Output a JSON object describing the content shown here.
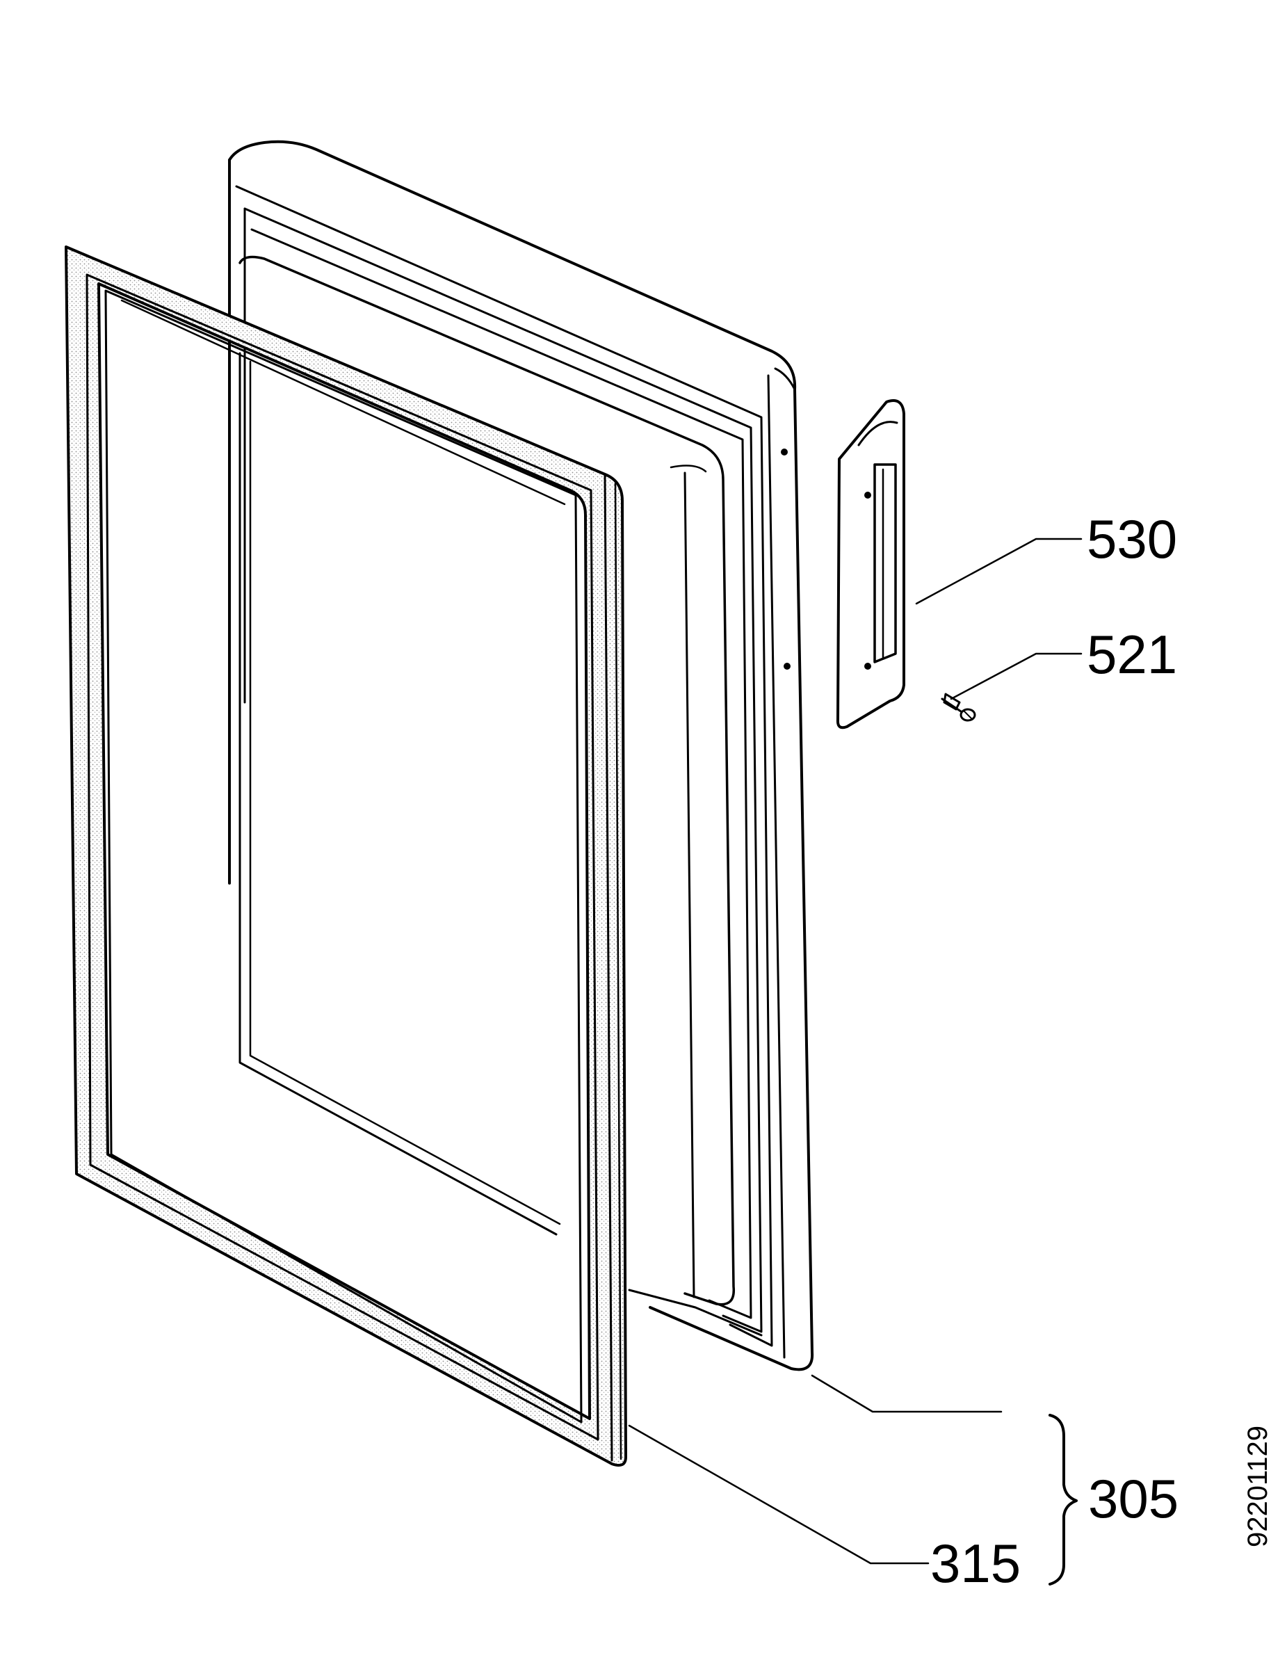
{
  "callouts": {
    "handle": "530",
    "screw": "521",
    "door_assembly": "305",
    "gasket": "315"
  },
  "drawing_code": "92201129",
  "colors": {
    "ink": "#000000",
    "paper": "#ffffff",
    "stipple": "#9a9a9a"
  }
}
